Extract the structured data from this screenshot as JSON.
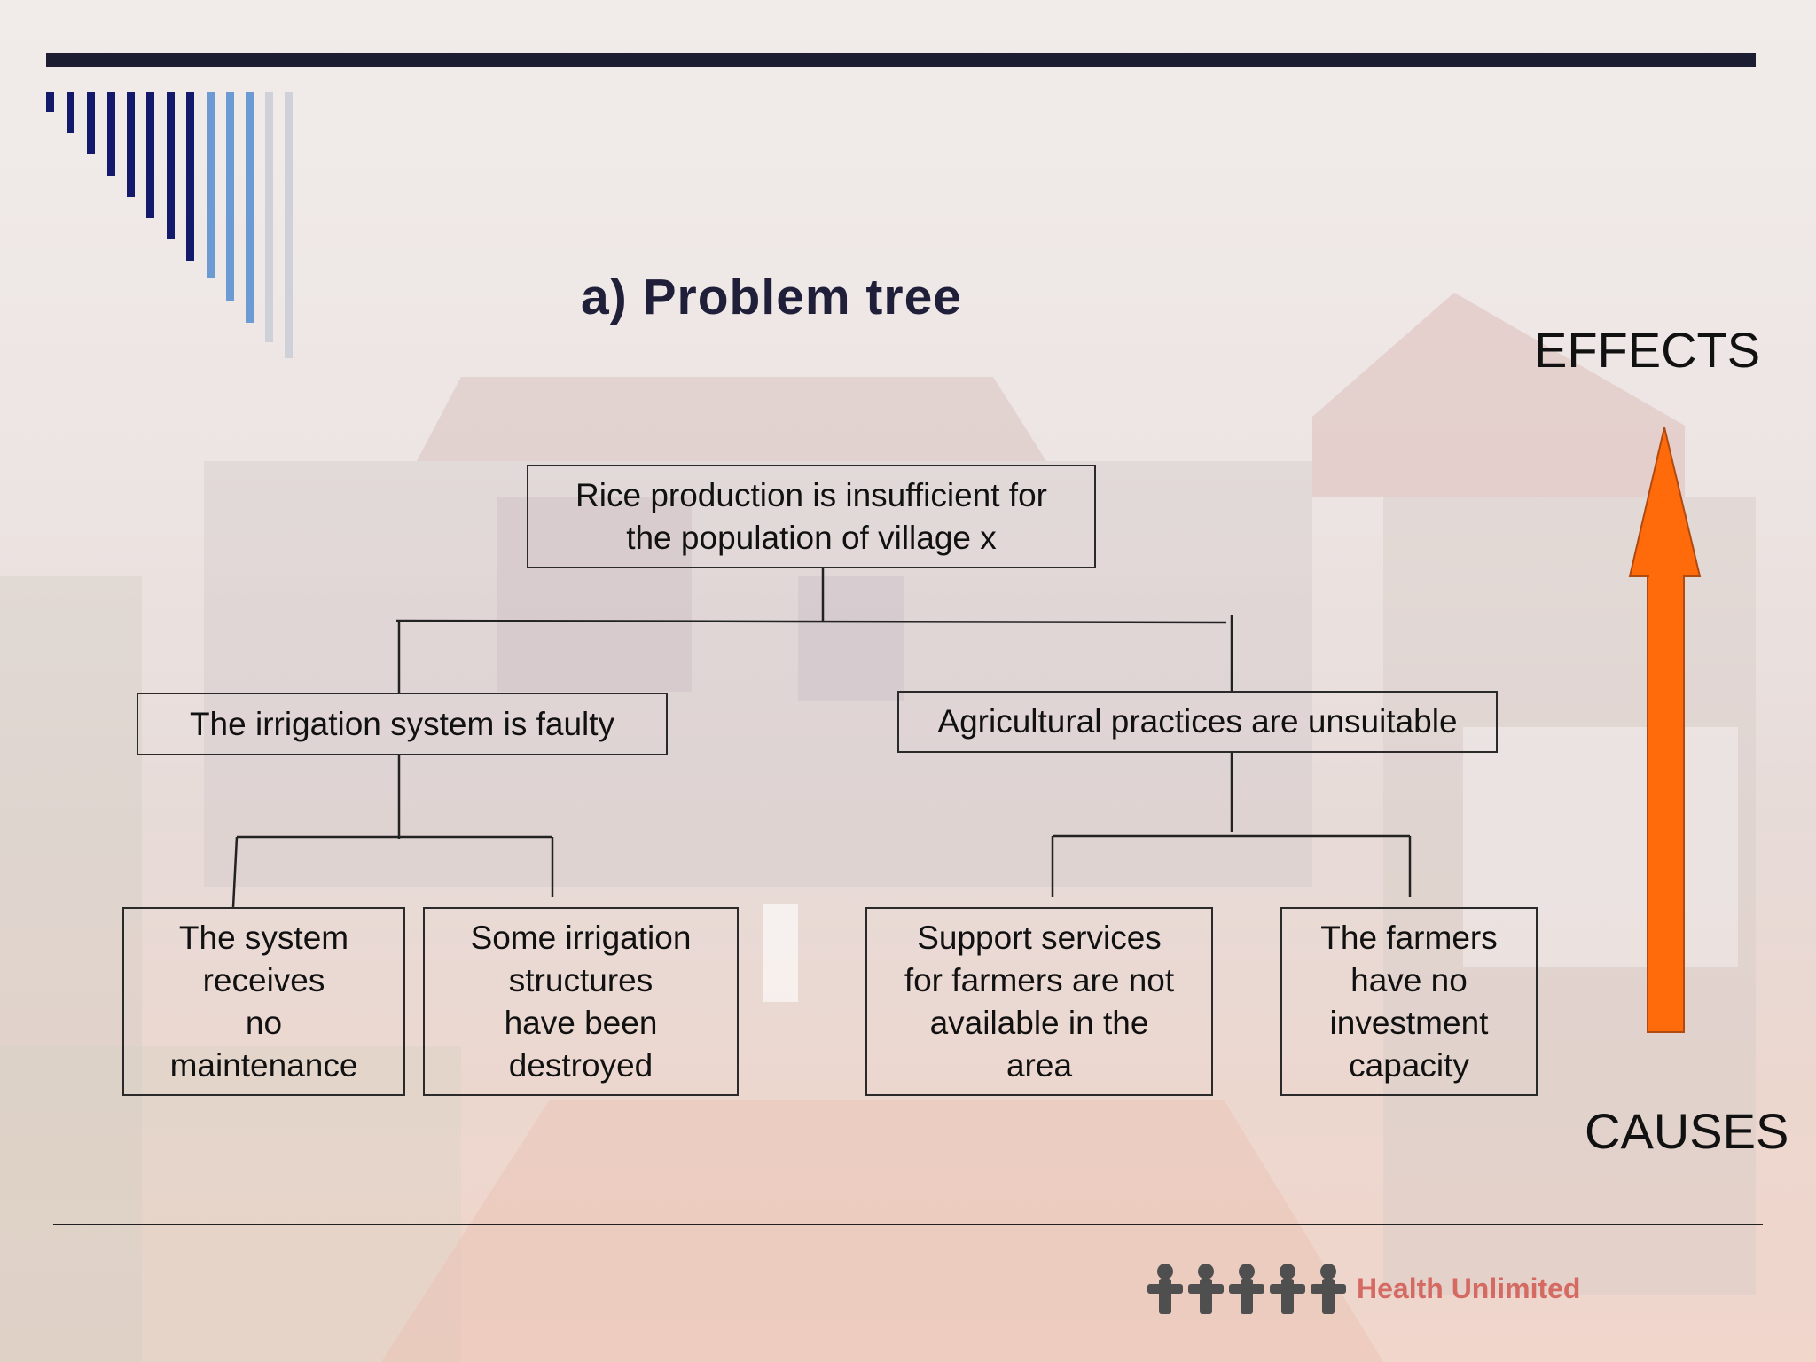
{
  "title": "a) Problem tree",
  "effects_label": "EFFECTS",
  "causes_label": "CAUSES",
  "tree": {
    "root": {
      "line1": "Rice production is insufficient for",
      "line2": "the population of village x"
    },
    "branch_left": {
      "text": "The irrigation system is faulty"
    },
    "branch_right": {
      "text": "Agricultural practices are unsuitable"
    },
    "leaves": [
      {
        "lines": [
          "The system",
          "receives",
          "no",
          "maintenance"
        ]
      },
      {
        "lines": [
          "Some irrigation",
          "structures",
          "have been",
          "destroyed"
        ]
      },
      {
        "lines": [
          "Support services",
          "for farmers are not",
          "available in the",
          "area"
        ]
      },
      {
        "lines": [
          "The farmers",
          "have no",
          "investment",
          "capacity"
        ]
      }
    ]
  },
  "footer": {
    "logo_text": "Health Unlimited",
    "logo_icon": "five-person-figures-icon"
  },
  "colors": {
    "arrow": "#ff6a0a",
    "title": "#1f1f3a",
    "topbar": "#1c1c33",
    "stripe_dark": "#141a6b",
    "stripe_light": "#6b9bd2",
    "stripe_grey": "#d0d0d8"
  }
}
